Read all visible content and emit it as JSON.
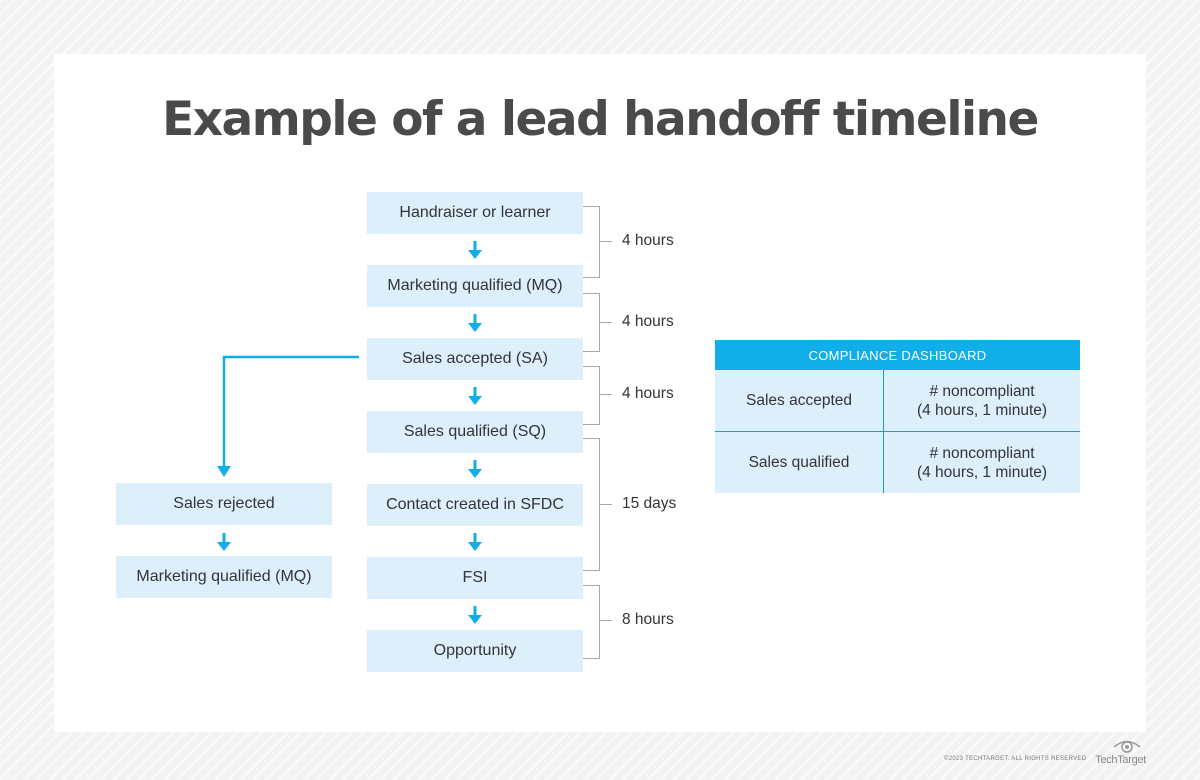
{
  "title": "Example of a lead handoff timeline",
  "main_flow": [
    "Handraiser or learner",
    "Marketing qualified (MQ)",
    "Sales accepted (SA)",
    "Sales qualified (SQ)",
    "Contact created in SFDC",
    "FSI",
    "Opportunity"
  ],
  "side_flow": [
    "Sales rejected",
    "Marketing qualified (MQ)"
  ],
  "durations": [
    "4 hours",
    "4 hours",
    "4 hours",
    "15 days",
    "8 hours"
  ],
  "dashboard": {
    "header": "COMPLIANCE DASHBOARD",
    "rows": [
      {
        "stage": "Sales accepted",
        "metric_line1": "# noncompliant",
        "metric_line2": "(4 hours, 1 minute)"
      },
      {
        "stage": "Sales qualified",
        "metric_line1": "# noncompliant",
        "metric_line2": "(4 hours, 1 minute)"
      }
    ]
  },
  "footer": {
    "copyright": "©2023 TECHTARGET. ALL RIGHTS RESERVED",
    "logo_text": "TechTarget"
  },
  "colors": {
    "box_fill": "#ddeffb",
    "accent_blue": "#11aee8",
    "bracket_gray": "#a8a8a8",
    "title_text": "#4a4a4c"
  }
}
